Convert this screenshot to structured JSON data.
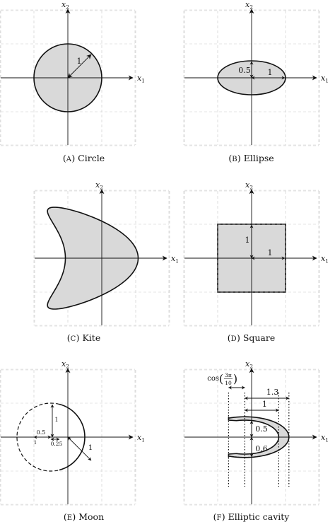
{
  "axes": {
    "x_label": "x",
    "x_sub": "1",
    "y_label": "x",
    "y_sub": "2"
  },
  "panels": [
    {
      "tag": "A",
      "title": "Circle",
      "dims": [
        "1"
      ]
    },
    {
      "tag": "B",
      "title": "Ellipse",
      "dims": [
        "0.5",
        "1"
      ]
    },
    {
      "tag": "C",
      "title": "Kite",
      "dims": []
    },
    {
      "tag": "D",
      "title": "Square",
      "dims": [
        "1",
        "1"
      ]
    },
    {
      "tag": "E",
      "title": "Moon",
      "dims": [
        "1",
        "0.5",
        "1",
        "0.25",
        "1"
      ]
    },
    {
      "tag": "F",
      "title": "Elliptic cavity",
      "dims": [
        "1.3",
        "1",
        "0.5",
        "0.6"
      ],
      "cos_label": {
        "func": "cos",
        "num": "3π",
        "den": "10"
      }
    }
  ]
}
